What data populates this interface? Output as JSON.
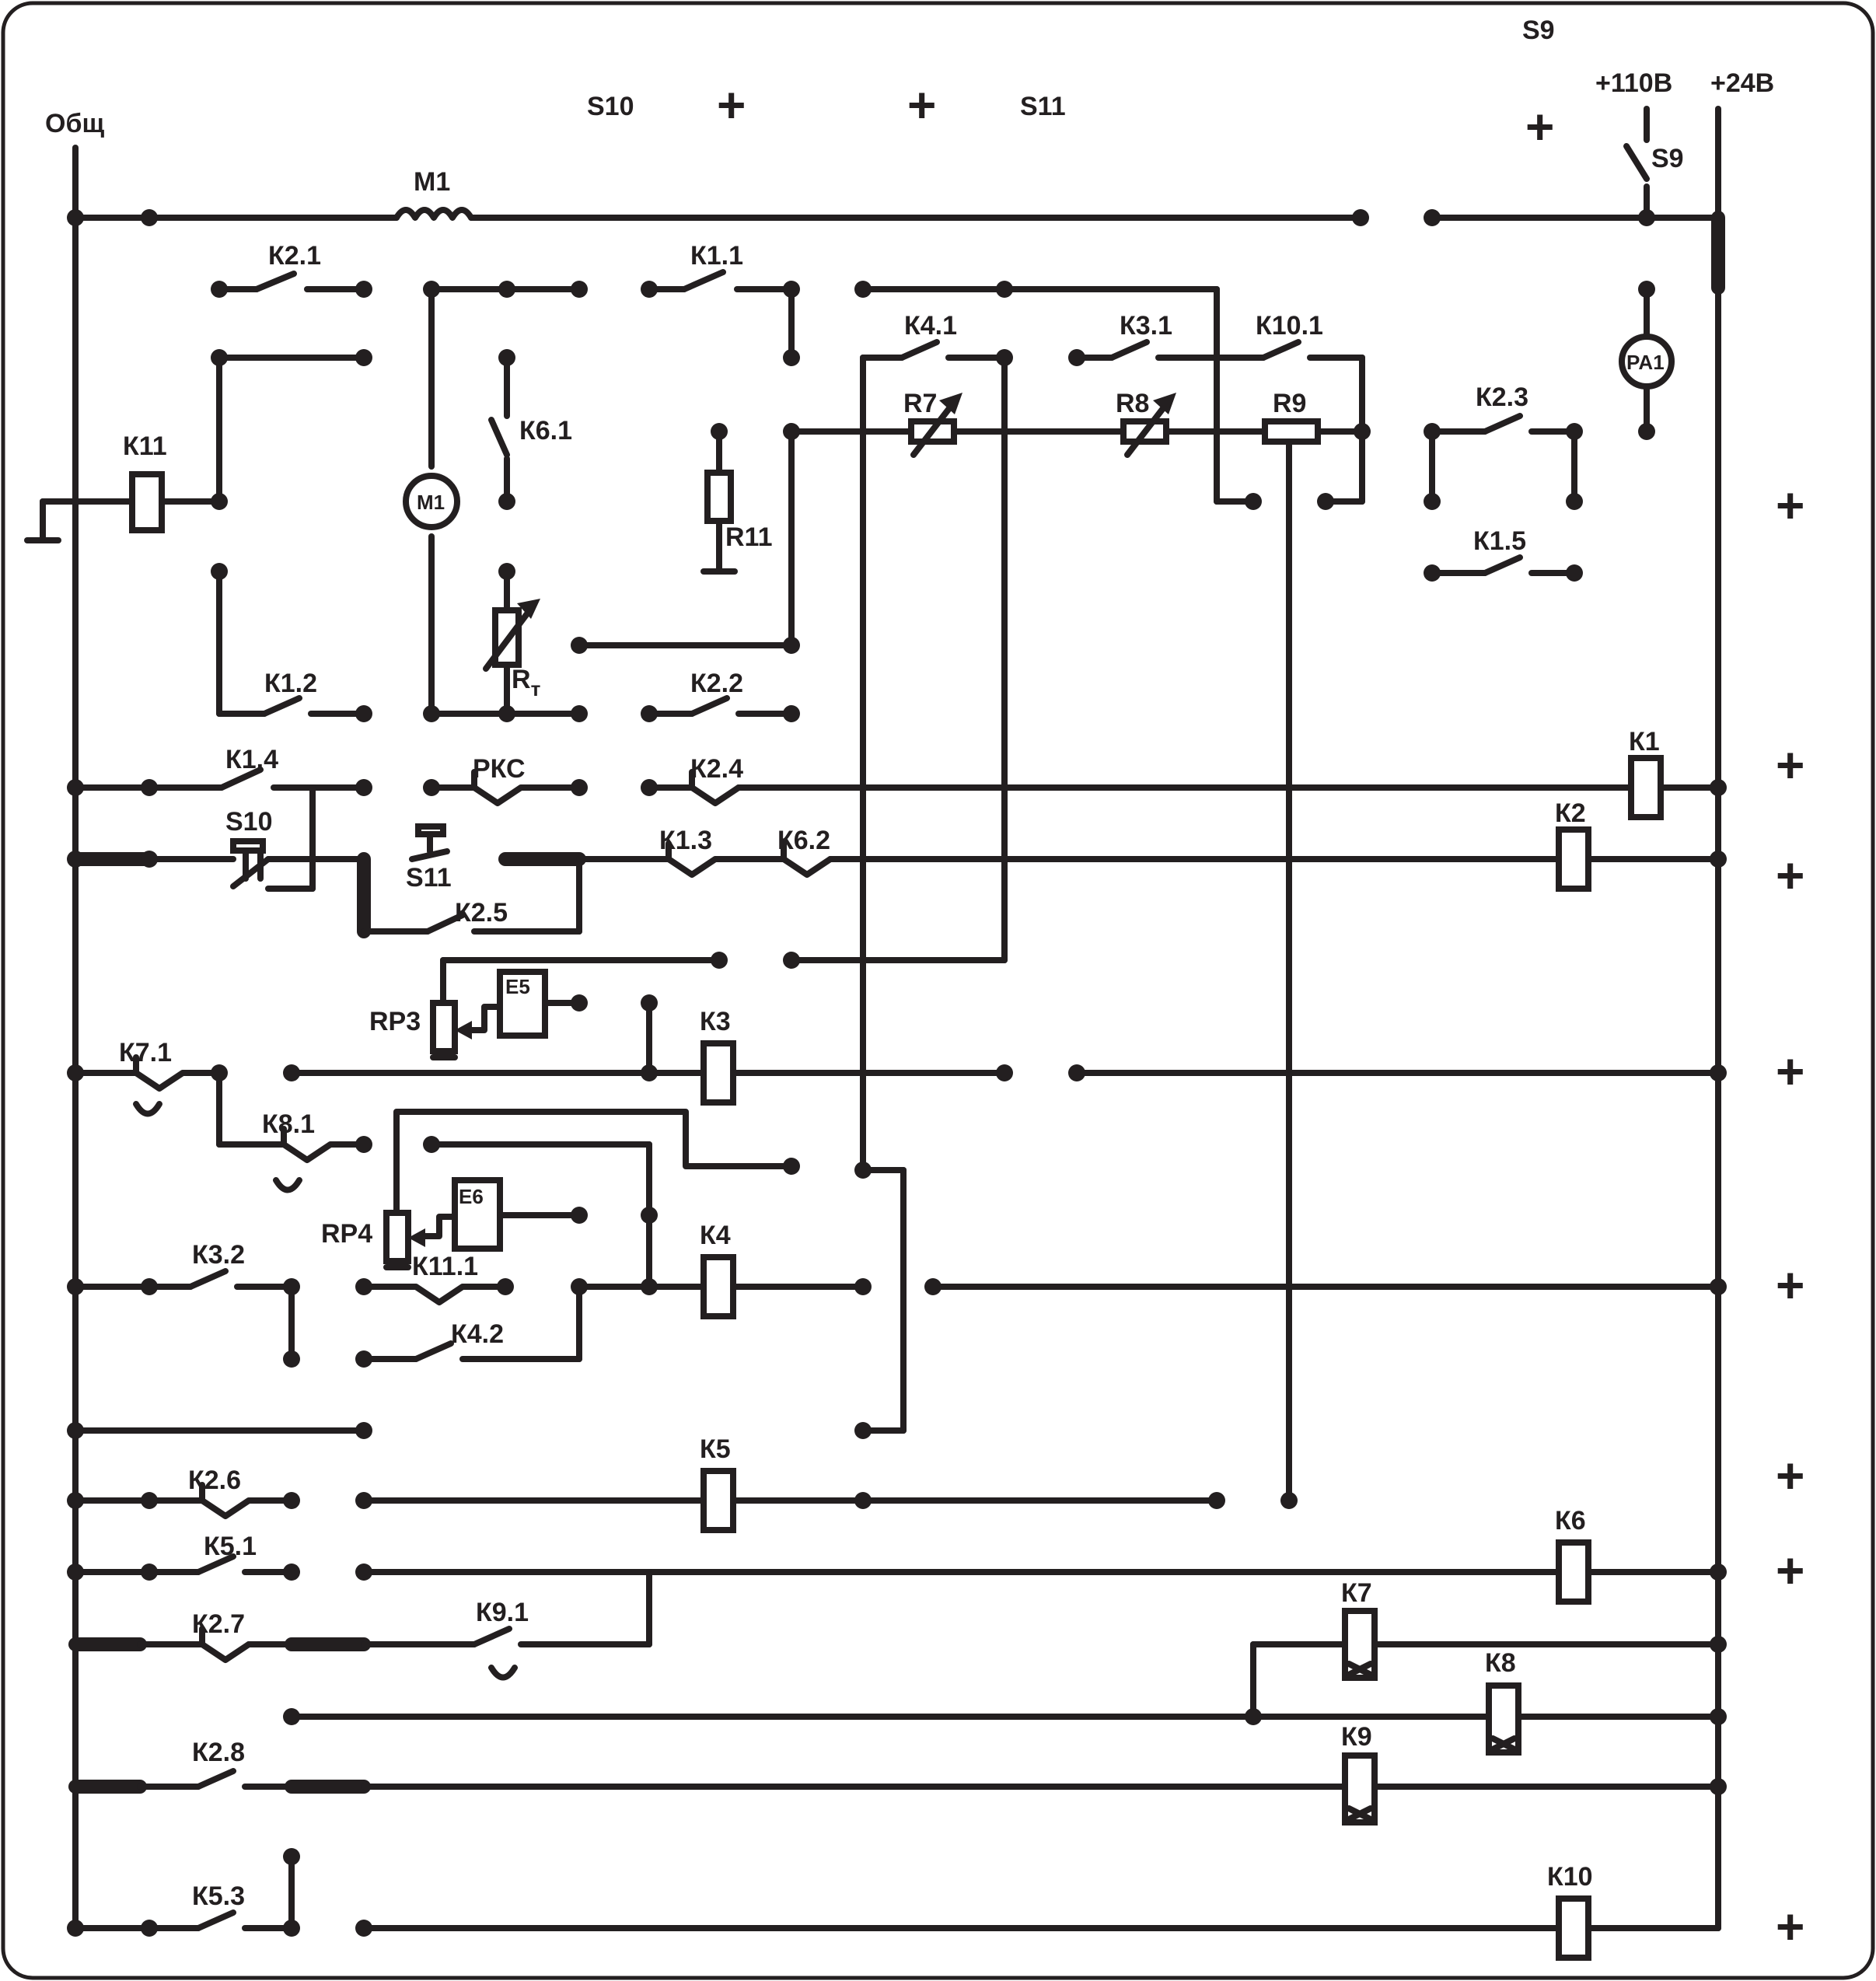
{
  "diagram": {
    "bus_labels": {
      "common": "Общ",
      "v110": "+110В",
      "v24": "+24В"
    },
    "switch_labels": {
      "s9_top": "S9",
      "s9_sw": "S9",
      "s10_top": "S10",
      "s11_top": "S11",
      "s10": "S10",
      "s11": "S11"
    },
    "components": {
      "m1_coil": "M1",
      "motor": "M1",
      "pa1": "PA1",
      "k11": "К11",
      "r7": "R7",
      "r8": "R8",
      "r9": "R9",
      "r11": "R11",
      "rt": "R",
      "rt_sub": "т",
      "rks": "РКС",
      "rp3": "RP3",
      "rp4": "RP4",
      "e5": "E5",
      "e6": "E6"
    },
    "contacts": {
      "k2_1": "К2.1",
      "k1_1": "К1.1",
      "k4_1": "К4.1",
      "k3_1": "К3.1",
      "k10_1": "К10.1",
      "k6_1": "К6.1",
      "k2_3": "К2.3",
      "k1_5": "К1.5",
      "k1_2": "К1.2",
      "k2_2": "К2.2",
      "k1_4": "К1.4",
      "k2_4": "К2.4",
      "k1_3": "К1.3",
      "k6_2": "К6.2",
      "k2_5": "К2.5",
      "k7_1": "К7.1",
      "k8_1": "К8.1",
      "k3_2": "К3.2",
      "k11_1": "К11.1",
      "k4_2": "К4.2",
      "k2_6": "К2.6",
      "k5_1": "К5.1",
      "k2_7": "К2.7",
      "k9_1": "К9.1",
      "k2_8": "К2.8",
      "k5_3": "К5.3"
    },
    "coils": {
      "k1": "К1",
      "k2": "К2",
      "k3": "К3",
      "k4": "К4",
      "k5": "К5",
      "k6": "К6",
      "k7": "К7",
      "k8": "К8",
      "k9": "К9",
      "k10": "К10"
    },
    "terminal_symbol": "+"
  }
}
